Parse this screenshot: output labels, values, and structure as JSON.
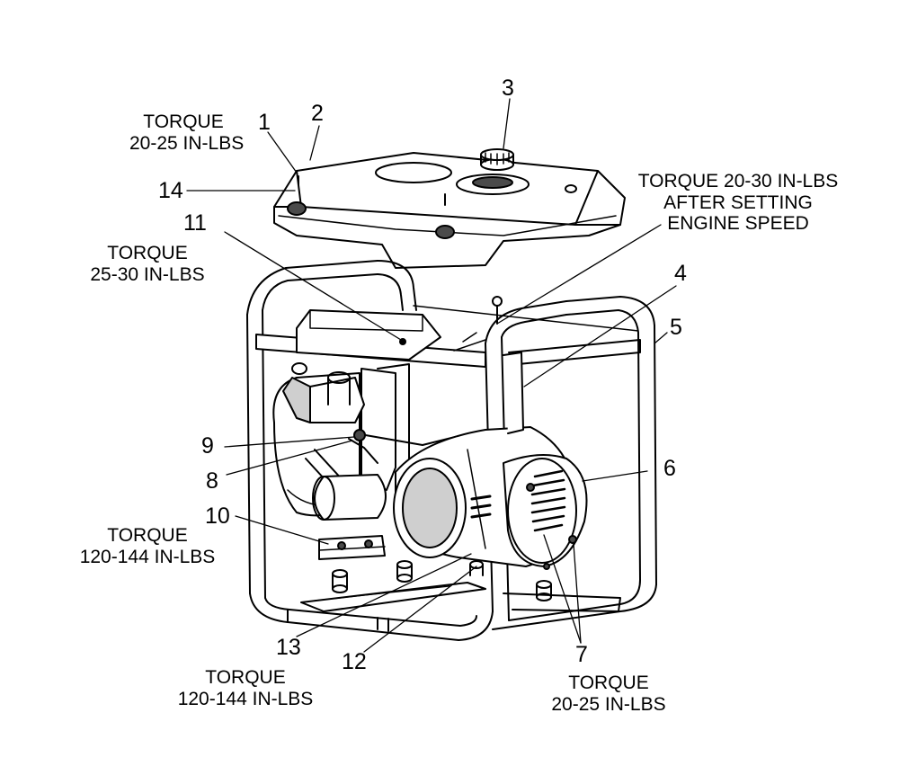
{
  "torque_notes": {
    "top_left": [
      "TORQUE",
      "20-25 IN-LBS"
    ],
    "mid_left": [
      "TORQUE",
      "25-30 IN-LBS"
    ],
    "top_right": [
      "TORQUE 20-30 IN-LBS",
      "AFTER SETTING",
      "ENGINE SPEED"
    ],
    "lower_left": [
      "TORQUE",
      "120-144 IN-LBS"
    ],
    "bottom_center": [
      "TORQUE",
      "120-144 IN-LBS"
    ],
    "bottom_right": [
      "TORQUE",
      "20-25 IN-LBS"
    ]
  },
  "callouts": [
    "1",
    "2",
    "3",
    "4",
    "5",
    "6",
    "7",
    "8",
    "9",
    "10",
    "11",
    "12",
    "13",
    "14"
  ],
  "colors": {
    "ink": "#000000",
    "paper": "#ffffff",
    "shade": "#cfcfcf",
    "dark": "#4a4a4a"
  }
}
